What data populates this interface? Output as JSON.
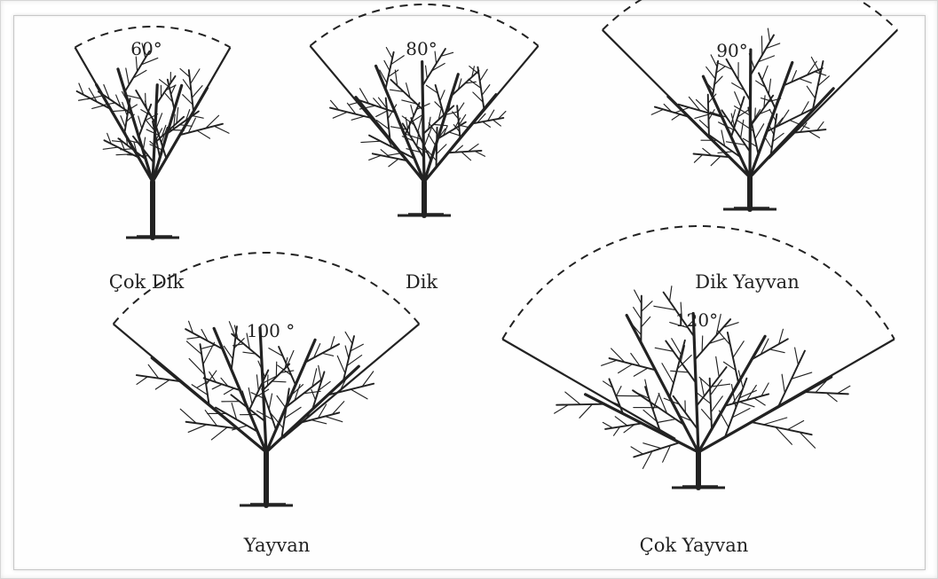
{
  "colors": {
    "ink": "#222222",
    "background": "#ffffff"
  },
  "forms": [
    {
      "name": "Çok Dik",
      "angle": "60°"
    },
    {
      "name": "Dik",
      "angle": "80°"
    },
    {
      "name": "Dik Yayvan",
      "angle": "90°"
    },
    {
      "name": "Yayvan",
      "angle": "100 °"
    },
    {
      "name": "Çok Yayvan",
      "angle": "120°"
    }
  ]
}
